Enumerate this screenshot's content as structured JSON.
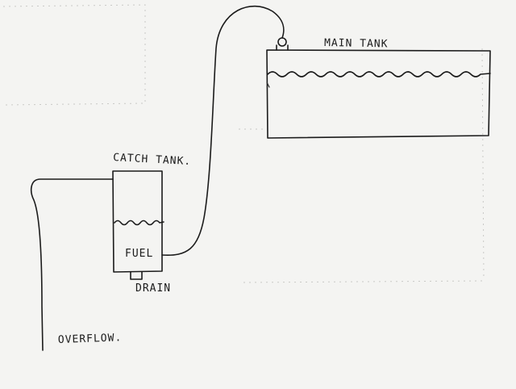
{
  "labels": {
    "main_tank": "MAIN TANK",
    "catch_tank": "CATCH TANK.",
    "fuel": "FUEL",
    "drain": "DRAIN",
    "overflow": "OVERFLOW."
  },
  "colors": {
    "paper": "#f4f4f2",
    "ink": "#1b1b1b"
  }
}
